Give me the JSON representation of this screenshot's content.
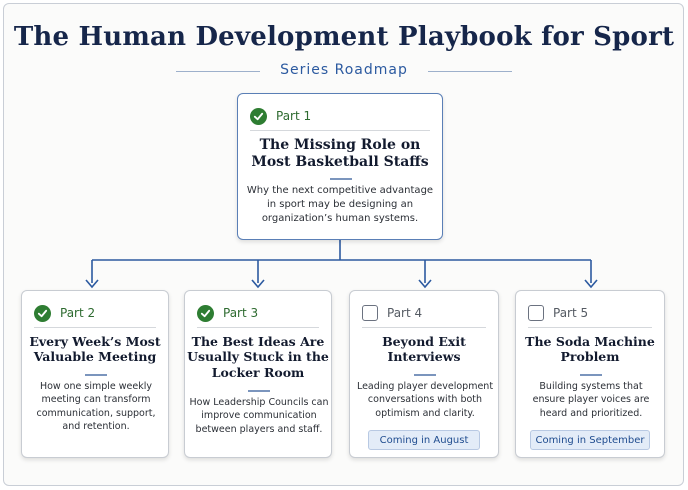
{
  "title": "The Human Development Playbook for Sport",
  "subtitle": "Series Roadmap",
  "parts": [
    {
      "label": "Part 1",
      "status": "complete",
      "title_lines": [
        "The Missing Role on",
        "Most Basketball Staffs"
      ],
      "description": [
        "Why the next competitive advantage",
        "in sport may be designing an",
        "organization’s human systems."
      ]
    },
    {
      "label": "Part 2",
      "status": "complete",
      "title_lines": [
        "Every Week’s Most",
        "Valuable Meeting"
      ],
      "description": [
        "How one simple weekly",
        "meeting can transform",
        "communication, support,",
        "and retention."
      ]
    },
    {
      "label": "Part 3",
      "status": "complete",
      "title_lines": [
        "The Best Ideas Are",
        "Usually Stuck in the",
        "Locker Room"
      ],
      "description": [
        "How Leadership Councils can",
        "improve communication",
        "between players and staff."
      ]
    },
    {
      "label": "Part 4",
      "status": "upcoming",
      "title_lines": [
        "Beyond Exit",
        "Interviews"
      ],
      "description": [
        "Leading player development",
        "conversations with both",
        "optimism and clarity."
      ],
      "badge": "Coming in August"
    },
    {
      "label": "Part 5",
      "status": "upcoming",
      "title_lines": [
        "The Soda Machine",
        "Problem"
      ],
      "description": [
        "Building systems that",
        "ensure player voices are",
        "heard and prioritized."
      ],
      "badge": "Coming in September"
    }
  ],
  "colors": {
    "navy": "#16264a",
    "accent_blue": "#2c5aa0",
    "complete_green": "#2e7d32",
    "connector": "#2c5aa0"
  },
  "icons": {
    "complete": "check-circle-icon",
    "upcoming": "empty-checkbox-icon"
  }
}
